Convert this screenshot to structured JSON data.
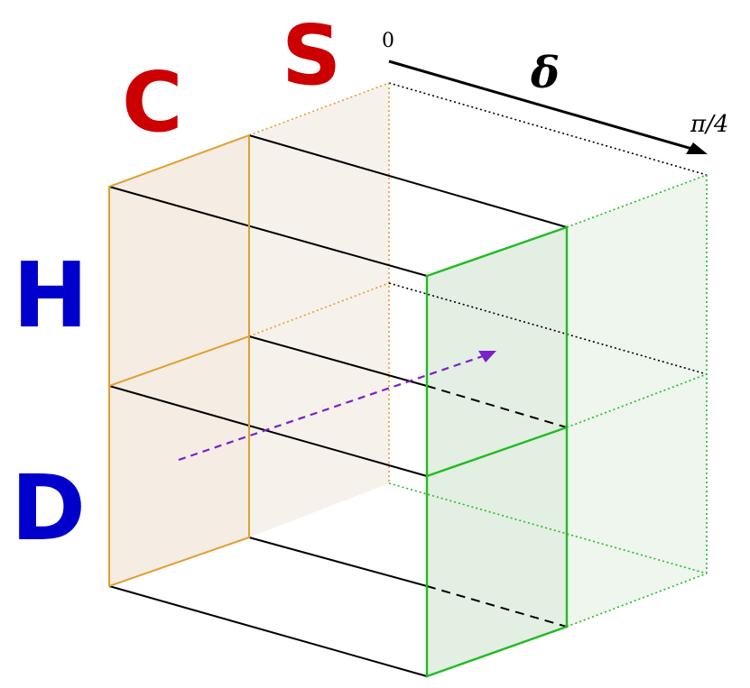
{
  "labels": {
    "C": "C",
    "S": "S",
    "H": "H",
    "D": "D",
    "axis_symbol": "δ",
    "axis_start": "0",
    "axis_end": "π/4"
  },
  "colors": {
    "red": "#cc0000",
    "blue": "#0000cc",
    "orange": "#e0a030",
    "orange_fill": "#f5ece3",
    "green": "#22bb22",
    "green_fill": "#e3efe3",
    "purple": "#7a20cc",
    "black": "#000000"
  }
}
